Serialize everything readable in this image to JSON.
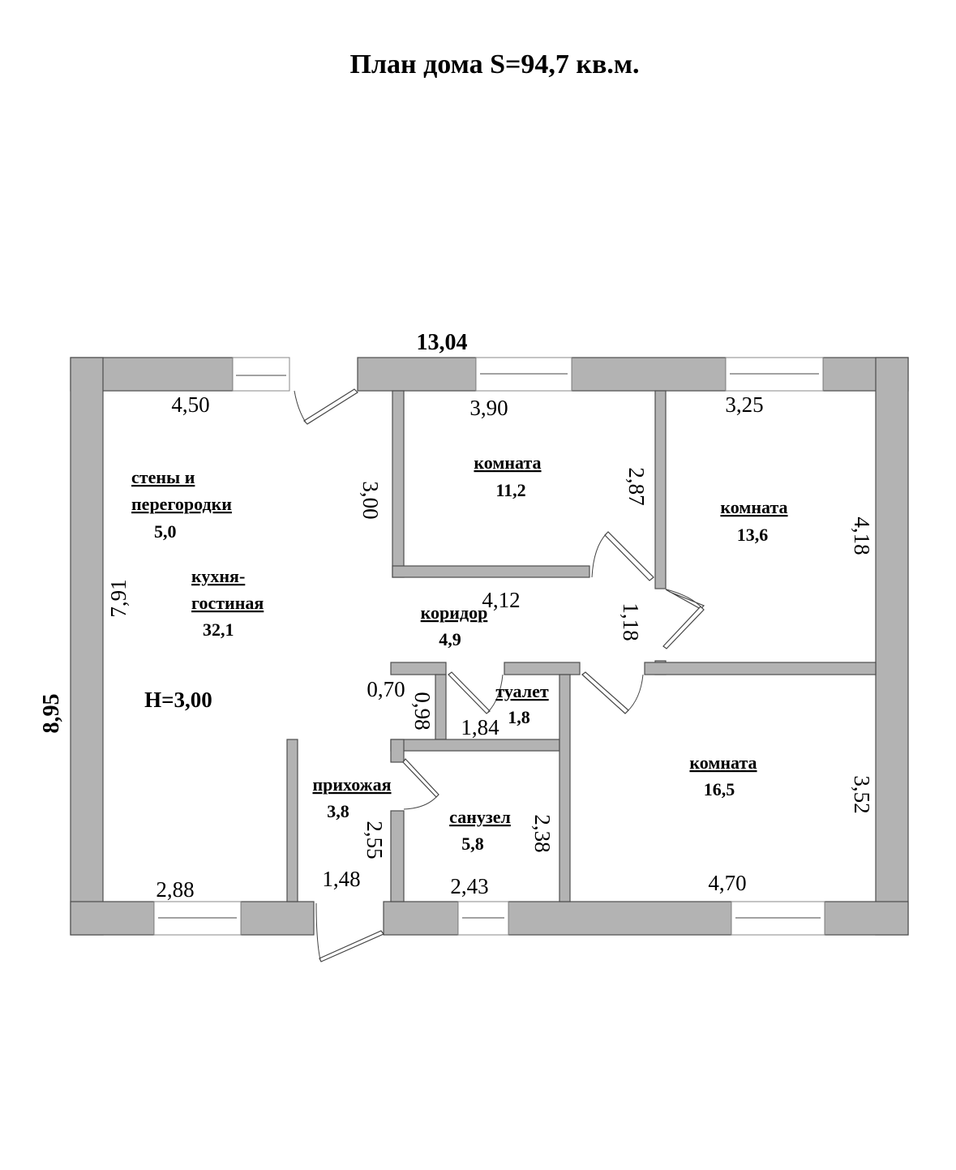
{
  "title": "План дома  S=94,7 кв.м.",
  "overall": {
    "width": "13,04",
    "depth": "8,95",
    "height": "H=3,00"
  },
  "rooms": {
    "walls": {
      "label_1": "стены и",
      "label_2": "перегородки",
      "area": "5,0"
    },
    "kitchen": {
      "label_1": "кухня-",
      "label_2": "гостиная",
      "area": "32,1"
    },
    "room1": {
      "label": "комната",
      "area": "11,2"
    },
    "room2": {
      "label": "комната",
      "area": "13,6"
    },
    "room3": {
      "label": "комната",
      "area": "16,5"
    },
    "corridor": {
      "label": "коридор",
      "area": "4,9"
    },
    "toilet": {
      "label": "туалет",
      "area": "1,8"
    },
    "hall": {
      "label": "прихожая",
      "area": "3,8"
    },
    "bathroom": {
      "label": "санузел",
      "area": "5,8"
    }
  },
  "dims": {
    "kitchen_top": "4,50",
    "kitchen_side": "7,91",
    "kitchen_bottom": "2,88",
    "kitchen_inner": "3,00",
    "room1_top": "3,90",
    "room1_side": "2,87",
    "room2_top": "3,25",
    "room2_side": "4,18",
    "corridor_len": "4,12",
    "corridor_w": "1,18",
    "toilet_a": "0,70",
    "toilet_b": "0,98",
    "toilet_c": "1,84",
    "hall_side": "2,55",
    "hall_bottom": "1,48",
    "bath_bottom": "2,43",
    "bath_side": "2,38",
    "room3_bottom": "4,70",
    "room3_side": "3,52"
  }
}
